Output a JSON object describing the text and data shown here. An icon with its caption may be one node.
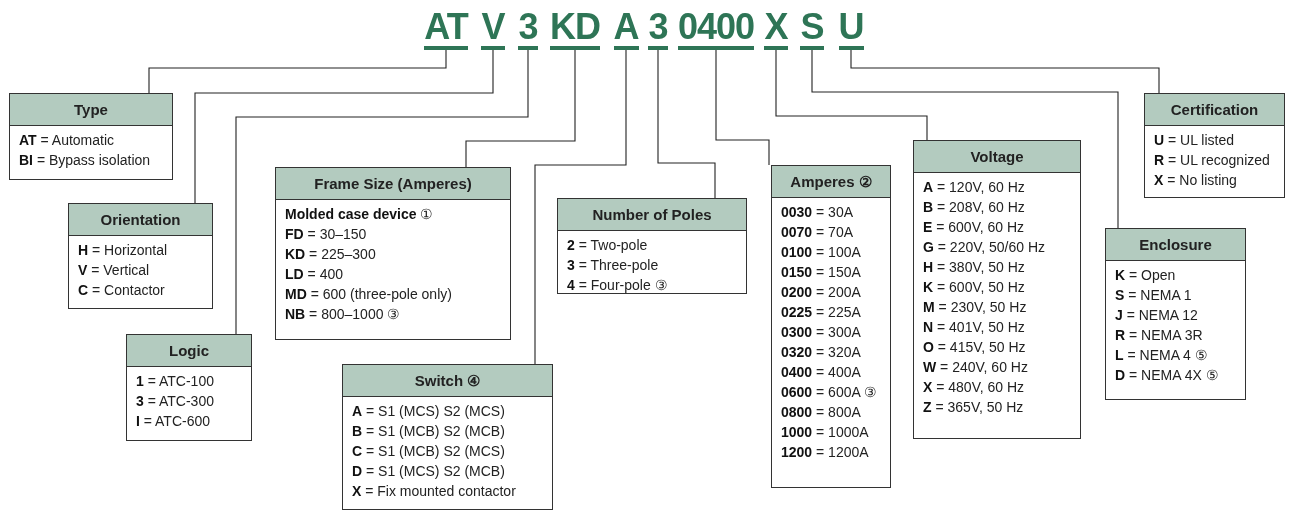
{
  "diagram": {
    "nodes": [
      {
        "text": [
          "AT"
        ]
      },
      {
        "text": [
          "V"
        ]
      },
      {
        "text": [
          "3"
        ]
      },
      {
        "text": [
          "KD"
        ]
      },
      {
        "text": [
          "A"
        ]
      },
      {
        "text": [
          "3"
        ]
      },
      {
        "text": [
          "0400"
        ]
      },
      {
        "text": [
          "X"
        ]
      },
      {
        "text": [
          "S"
        ]
      },
      {
        "text": [
          "U"
        ]
      },
      {
        "text": [
          "Type",
          "**AT** = Automatic",
          "**BI** = Bypass isolation"
        ]
      },
      {
        "text": [
          "Orientation",
          "**H** = Horizontal",
          "**V** = Vertical",
          "**C** = Contactor"
        ]
      },
      {
        "text": [
          "Logic",
          "**1** = ATC-100",
          "**3** = ATC-300",
          "**I** = ATC-600"
        ]
      },
      {
        "text": [
          "Frame Size (Amperes)",
          "**Molded case device** ①",
          "**FD** = 30–150",
          "**KD** = 225–300",
          "**LD** = 400",
          "**MD** = 600 (three-pole only)",
          "**NB** = 800–1000 ③"
        ]
      },
      {
        "text": [
          "Switch ④",
          "**A** = S1 (MCS) S2 (MCS)",
          "**B** = S1 (MCB) S2 (MCB)",
          "**C** = S1 (MCB) S2 (MCS)",
          "**D** = S1 (MCS) S2 (MCB)",
          "**X** = Fix mounted contactor"
        ]
      },
      {
        "text": [
          "Number of Poles",
          "**2** = Two-pole",
          "**3** = Three-pole",
          "**4** = Four-pole ③"
        ]
      },
      {
        "text": [
          "Amperes ②",
          "**0030** = 30A",
          "**0070** = 70A",
          "**0100** = 100A",
          "**0150** = 150A",
          "**0200** = 200A",
          "**0225** = 225A",
          "**0300** = 300A",
          "**0320** = 320A",
          "**0400** = 400A",
          "**0600** = 600A ③",
          "**0800** = 800A",
          "**1000** = 1000A",
          "**1200** = 1200A"
        ]
      },
      {
        "text": [
          "Voltage",
          "**A** = 120V, 60 Hz",
          "**B** = 208V, 60 Hz",
          "**E** = 600V, 60 Hz",
          "**G** = 220V, 50/60 Hz",
          "**H** = 380V, 50 Hz",
          "**K** = 600V, 50 Hz",
          "**M** = 230V, 50 Hz",
          "**N** = 401V, 50 Hz",
          "**O** = 415V, 50 Hz",
          "**W** = 240V, 60 Hz",
          "**X** = 480V, 60 Hz",
          "**Z** = 365V, 50 Hz"
        ]
      },
      {
        "text": [
          "Certification",
          "**U** = UL listed",
          "**R** = UL recognized",
          "**X** = No listing"
        ]
      },
      {
        "text": [
          "Enclosure",
          "**K** = Open",
          "**S** = NEMA 1",
          "**J** = NEMA 12",
          "**R** = NEMA 3R",
          "**L** = NEMA 4 ⑤",
          "**D** = NEMA 4X ⑤"
        ]
      }
    ],
    "edges": [
      {
        "from": 0,
        "to": 10,
        "arrow": "none"
      },
      {
        "from": 1,
        "to": 11,
        "arrow": "none"
      },
      {
        "from": 2,
        "to": 12,
        "arrow": "none"
      },
      {
        "from": 3,
        "to": 13,
        "arrow": "none"
      },
      {
        "from": 4,
        "to": 14,
        "arrow": "none"
      },
      {
        "from": 5,
        "to": 15,
        "arrow": "none"
      },
      {
        "from": 6,
        "to": 16,
        "arrow": "none"
      },
      {
        "from": 7,
        "to": 17,
        "arrow": "none"
      },
      {
        "from": 8,
        "to": 19,
        "arrow": "none"
      },
      {
        "from": 9,
        "to": 18,
        "arrow": "none"
      }
    ]
  }
}
